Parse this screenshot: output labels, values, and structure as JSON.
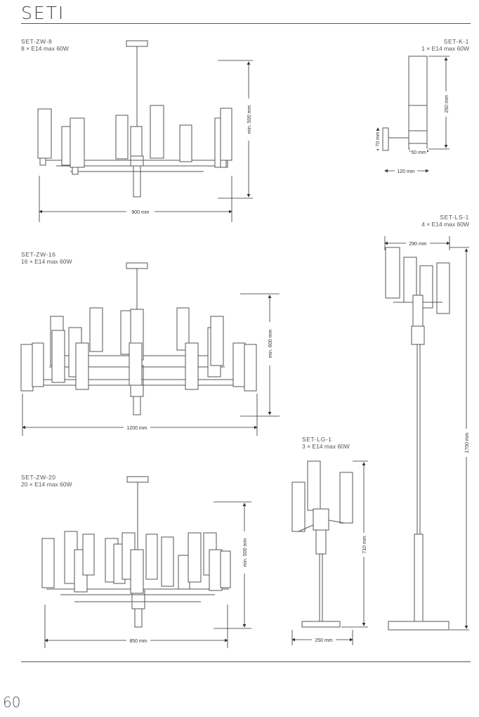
{
  "page": {
    "title": "SETI",
    "number": "60"
  },
  "products": [
    {
      "code": "SET-ZW-8",
      "spec": "8 × E14 max 60W",
      "dims": {
        "width": "900 mm",
        "height": "min. 500 mm"
      }
    },
    {
      "code": "SET-K-1",
      "spec": "1 × E14 max 60W",
      "dims": {
        "height": "250 mm",
        "depth": "120 mm",
        "base_width": "50 mm",
        "base_height": "70 mm"
      }
    },
    {
      "code": "SET-LS-1",
      "spec": "4 × E14 max 60W",
      "dims": {
        "width": "290 mm",
        "height": "1700 mm"
      }
    },
    {
      "code": "SET-ZW-16",
      "spec": "16 × E14 max 60W",
      "dims": {
        "width": "1200 mm",
        "height": "min. 600 mm"
      }
    },
    {
      "code": "SET-LG-1",
      "spec": "3 × E14 max 60W",
      "dims": {
        "width": "250 mm",
        "height": "710 mm"
      }
    },
    {
      "code": "SET-ZW-20",
      "spec": "20 × E14 max 60W",
      "dims": {
        "width": "850 mm",
        "height": "min. 500 mm"
      }
    }
  ],
  "colors": {
    "line": "#555555",
    "dim_line": "#333333",
    "glass": "#ffffff"
  }
}
